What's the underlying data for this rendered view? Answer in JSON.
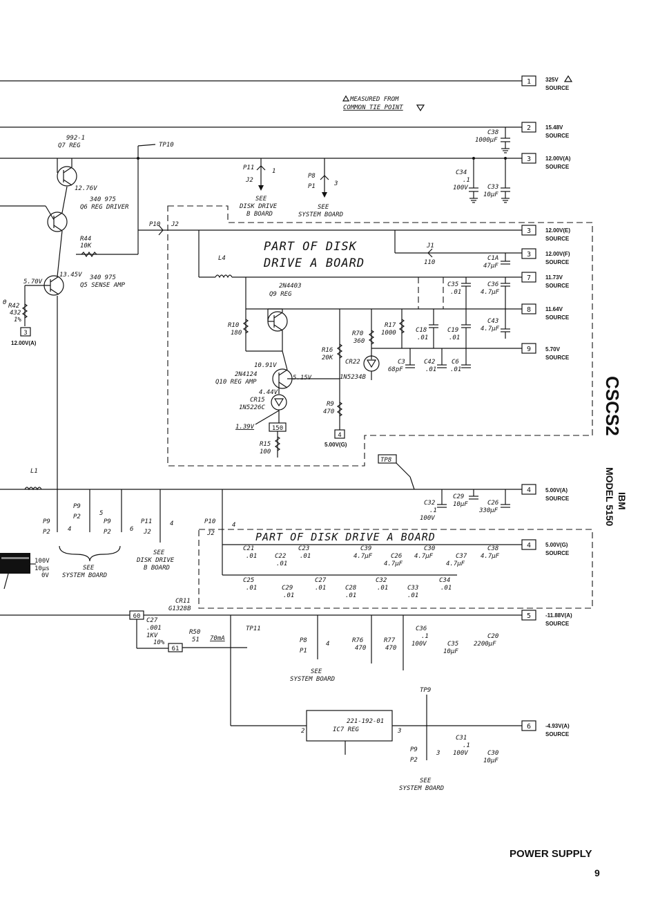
{
  "page": {
    "title": "POWER SUPPLY",
    "page_number": "9",
    "side_code": "CSCS2",
    "side_brand": "IBM",
    "side_model": "MODEL 5150"
  },
  "notes": {
    "measured_line1": "MEASURED FROM",
    "measured_line2": "COMMON TIE POINT"
  },
  "boards": {
    "disk_a_upper_1": "PART OF DISK",
    "disk_a_upper_2": "DRIVE A BOARD",
    "disk_a_lower": "PART OF DISK DRIVE A BOARD"
  },
  "outputs": [
    {
      "pin": "1",
      "value": "325V",
      "text": "SOURCE"
    },
    {
      "pin": "2",
      "value": "15.48V",
      "text": "SOURCE"
    },
    {
      "pin": "3",
      "value": "12.00V(A)",
      "text": "SOURCE"
    },
    {
      "pin": "3",
      "value": "12.00V(E)",
      "text": "SOURCE"
    },
    {
      "pin": "3",
      "value": "12.00V(F)",
      "text": "SOURCE"
    },
    {
      "pin": "7",
      "value": "11.73V",
      "text": "SOURCE"
    },
    {
      "pin": "8",
      "value": "11.64V",
      "text": "SOURCE"
    },
    {
      "pin": "9",
      "value": "5.70V",
      "text": "SOURCE"
    },
    {
      "pin": "4",
      "value": "5.00V(A)",
      "text": "SOURCE"
    },
    {
      "pin": "4",
      "value": "5.00V(G)",
      "text": "SOURCE"
    },
    {
      "pin": "5",
      "value": "-11.88V(A)",
      "text": "SOURCE"
    },
    {
      "pin": "6",
      "value": "-4.93V(A)",
      "text": "SOURCE"
    }
  ],
  "transistors": {
    "q7_part": "992-1",
    "q7": "Q7 REG",
    "q7_volt": "12.76V",
    "q6_part": "340 975",
    "q6": "Q6 REG DRIVER",
    "q5_volt": "13.45V",
    "q5_part": "340 975",
    "q5": "Q5 SENSE AMP",
    "q5_base": "5.70V",
    "q9_part": "2N4403",
    "q9": "Q9 REG",
    "q10_part": "2N4124",
    "q10": "Q10 REG AMP",
    "q10_c": "10.91V",
    "q10_e": "5.15V",
    "cr15_v": "4.44V",
    "cr15": "CR15",
    "cr15_part": "1N5226C",
    "v139": "1.39V",
    "ic7_part": "221-192-01",
    "ic7": "IC7 REG"
  },
  "resistors": {
    "r44": "R44",
    "r44_v": "10K",
    "r42": "R42",
    "r42_v": "432",
    "r42_t": "1%",
    "r10": "R10",
    "r10_v": "180",
    "r16": "R16",
    "r16_v": "20K",
    "r70": "R70",
    "r70_v": "360",
    "r17": "R17",
    "r17_v": "1000",
    "r9": "R9",
    "r9_v": "470",
    "r15": "R15",
    "r15_v": "100",
    "r50": "R50",
    "r50_v": "51",
    "r76": "R76",
    "r76_v": "470",
    "r77": "R77",
    "r77_v": "470"
  },
  "caps": {
    "c38a": "C38",
    "c38a_v": "1000µF",
    "c34a": "C34",
    "c34a_v1": ".1",
    "c34a_v2": "100V",
    "c33a": "C33",
    "c33a_v": "10µF",
    "c1a": "C1A",
    "c1a_v": "47µF",
    "c35a": "C35",
    "c35a_v": ".01",
    "c36a": "C36",
    "c36a_v": "4.7µF",
    "c18": "C18",
    "c18_v": ".01",
    "c19": "C19",
    "c19_v": ".01",
    "c43": "C43",
    "c43_v": "4.7µF",
    "c3": "C3",
    "c3_v": "68pF",
    "c42": "C42",
    "c42_v": ".01",
    "c6": "C6",
    "c6_v": ".01",
    "c32a": "C32",
    "c32a_v1": ".1",
    "c32a_v2": "100V",
    "c29a": "C29",
    "c29a_v": "10µF",
    "c26a": "C26",
    "c26a_v": "330µF",
    "c21": "C21",
    "c21_v": ".01",
    "c22": "C22",
    "c22_v": ".01",
    "c23": "C23",
    "c23_v": ".01",
    "c39": "C39",
    "c39_v": "4.7µF",
    "c26b": "C26",
    "c26b_v": "4.7µF",
    "c30a": "C30",
    "c30a_v": "4.7µF",
    "c37": "C37",
    "c37_v": "4.7µF",
    "c38b": "C38",
    "c38b_v": "4.7µF",
    "c25": "C25",
    "c25_v": ".01",
    "c29b": "C29",
    "c29b_v": ".01",
    "c27b": "C27",
    "c27b_v": ".01",
    "c28": "C28",
    "c28_v": ".01",
    "c32b": "C32",
    "c32b_v": ".01",
    "c33b": "C33",
    "c33b_v": ".01",
    "c34b": "C34",
    "c34b_v": ".01",
    "c27": "C27",
    "c27_v1": ".001",
    "c27_v2": "1KV",
    "c27_v3": "10%",
    "c36b": "C36",
    "c36b_v1": ".1",
    "c36b_v2": "100V",
    "c35b": "C35",
    "c35b_v": "10µF",
    "c20": "C20",
    "c20_v": "2200µF",
    "c31": "C31",
    "c31_v1": ".1",
    "c31_v2": "100V",
    "c30b": "C30",
    "c30b_v": "10µF"
  },
  "misc": {
    "tp10": "TP10",
    "tp8": "TP8",
    "tp11": "TP11",
    "tp9": "TP9",
    "l4": "L4",
    "l1": "L1",
    "cr22": "CR22",
    "cr22_part": "1N5234B",
    "cr11": "CR11",
    "cr11_part": "G1328B",
    "j1": "J1",
    "j1_v": "110",
    "ma70": "70mA",
    "pin150": "150",
    "pin60": "60",
    "pin61": "61",
    "pin3_left": "3",
    "v12a_left": "12.00V(A)",
    "pin4_r9": "4",
    "v500g": "5.00V(G)",
    "scope1": "100V",
    "scope2": "10µs",
    "scope3": "0V",
    "tie_mark": "Θ"
  },
  "connectors": {
    "p11_top": "P11",
    "j2_top": "J2",
    "p11_top_pin": "1",
    "see": "SEE",
    "disk_b": "DISK DRIVE",
    "b_board": "B BOARD",
    "p8_top": "P8",
    "p1_top": "P1",
    "p8_top_pin": "3",
    "system_board": "SYSTEM BOARD",
    "p10_top": "P10",
    "j2_mid": "J2",
    "p9_a": "P9",
    "p2_a": "P2",
    "pin_a": "4",
    "p9_b": "P9",
    "p2_b": "P2",
    "pin_b": "5",
    "p9_c": "P9",
    "p2_c": "P2",
    "pin_c": "6",
    "p11_mid": "P11",
    "j2_mid2": "J2",
    "p11_mid_pin": "4",
    "p10_mid": "P10",
    "j2_low": "J2",
    "p10_mid_pin": "4",
    "p8_low": "P8",
    "p1_low": "P1",
    "p8_low_pin": "4",
    "p9_low": "P9",
    "p2_low": "P2",
    "p9_low_pin": "3"
  }
}
